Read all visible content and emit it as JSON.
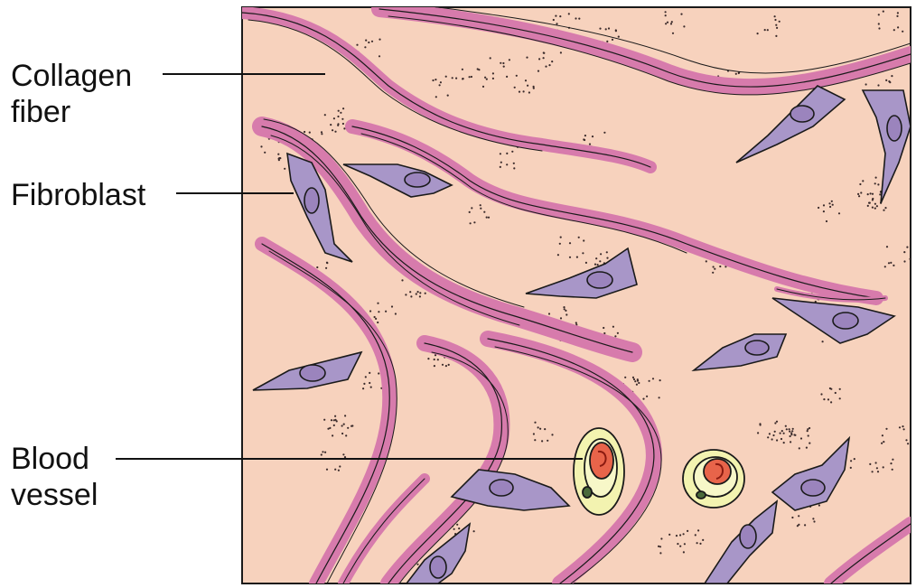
{
  "labels": {
    "collagen_line1": "Collagen",
    "collagen_line2": "fiber",
    "fibroblast": "Fibroblast",
    "blood_line1": "Blood",
    "blood_line2": "vessel"
  },
  "colors": {
    "ground_substance": "#f7d2bd",
    "collagen": "#d77bac",
    "fibroblast": "#a896c8",
    "nucleus": "#9b84bd",
    "vessel_wall": "#f3f3b0",
    "red_blood_cell": "#e8644a",
    "outline": "#1a1a1a"
  },
  "icons": {
    "fibroblast": "fibroblast-cell-icon",
    "blood_vessel": "blood-vessel-cross-section-icon"
  }
}
